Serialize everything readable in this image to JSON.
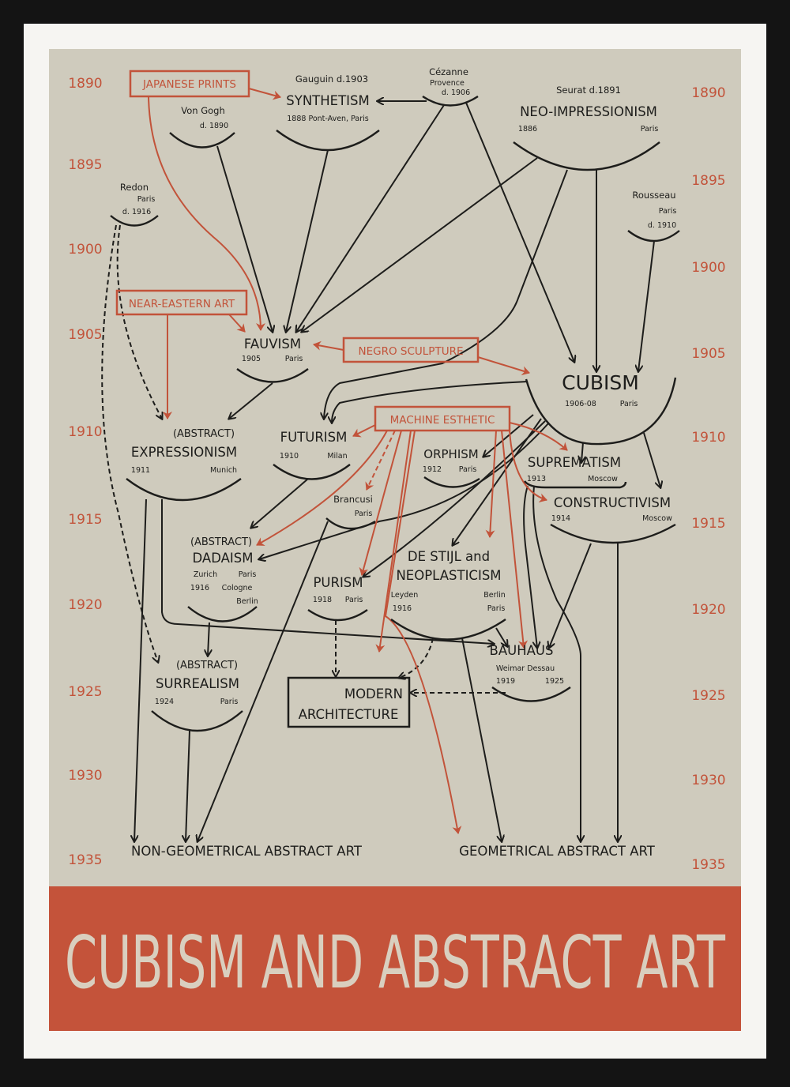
{
  "years_left": [
    "1890",
    "1895",
    "1900",
    "1905",
    "1910",
    "1915",
    "1920",
    "1925",
    "1930",
    "1935"
  ],
  "years_right": [
    "1890",
    "1895",
    "1900",
    "1905",
    "1910",
    "1915",
    "1920",
    "1925",
    "1930",
    "1935"
  ],
  "influences": {
    "japanese_prints": "JAPANESE PRINTS",
    "near_eastern_art": "NEAR-EASTERN ART",
    "negro_sculpture": "NEGRO SCULPTURE",
    "machine_esthetic": "MACHINE ESTHETIC"
  },
  "nodes": {
    "gauguin": {
      "artist": "Gauguin  d.1903",
      "name": "SYNTHETISM",
      "info": "1888  Pont-Aven, Paris"
    },
    "van_gogh": {
      "artist": "Von Gogh",
      "died": "d. 1890"
    },
    "cezanne": {
      "artist": "Cézanne",
      "place": "Provence",
      "died": "d. 1906"
    },
    "seurat": {
      "artist": "Seurat d.1891",
      "name": "NEO-IMPRESSIONISM",
      "year": "1886",
      "place": "Paris"
    },
    "redon": {
      "artist": "Redon",
      "place": "Paris",
      "died": "d. 1916"
    },
    "rousseau": {
      "artist": "Rousseau",
      "place": "Paris",
      "died": "d. 1910"
    },
    "fauvism": {
      "name": "FAUVISM",
      "year": "1905",
      "place": "Paris"
    },
    "cubism": {
      "name": "CUBISM",
      "year": "1906-08",
      "place": "Paris"
    },
    "expressionism": {
      "prefix": "(ABSTRACT)",
      "name": "EXPRESSIONISM",
      "year": "1911",
      "place": "Munich"
    },
    "futurism": {
      "name": "FUTURISM",
      "year": "1910",
      "place": "Milan"
    },
    "orphism": {
      "name": "ORPHISM",
      "year": "1912",
      "place": "Paris"
    },
    "suprematism": {
      "name": "SUPREMATISM",
      "year": "1913",
      "place": "Moscow"
    },
    "constructivism": {
      "name": "CONSTRUCTIVISM",
      "year": "1914",
      "place": "Moscow"
    },
    "brancusi": {
      "artist": "Brancusi",
      "place": "Paris"
    },
    "dadaism": {
      "prefix": "(ABSTRACT)",
      "name": "DADAISM",
      "place1": "Zurich",
      "place2": "Paris",
      "year": "1916",
      "place3": "Cologne",
      "place4": "Berlin"
    },
    "de_stijl": {
      "name1": "DE STIJL and",
      "name2": "NEOPLASTICISM",
      "place1": "Leyden",
      "place2": "Berlin",
      "year": "1916",
      "place3": "Paris"
    },
    "purism": {
      "name": "PURISM",
      "year": "1918",
      "place": "Paris"
    },
    "bauhaus": {
      "name": "BAUHAUS",
      "places": "Weimar  Dessau",
      "year1": "1919",
      "year2": "1925"
    },
    "surrealism": {
      "prefix": "(ABSTRACT)",
      "name": "SURREALISM",
      "year": "1924",
      "place": "Paris"
    },
    "modern_architecture": {
      "line1": "MODERN",
      "line2": "ARCHITECTURE"
    }
  },
  "outcomes": {
    "non_geometrical": "NON-GEOMETRICAL ABSTRACT ART",
    "geometrical": "GEOMETRICAL ABSTRACT ART"
  },
  "title": "CUBISM AND ABSTRACT ART",
  "colors": {
    "paper": "#cfcbbd",
    "accent_red": "#c2533a",
    "ink": "#1d1d1b",
    "title_band": "#c4533a"
  }
}
